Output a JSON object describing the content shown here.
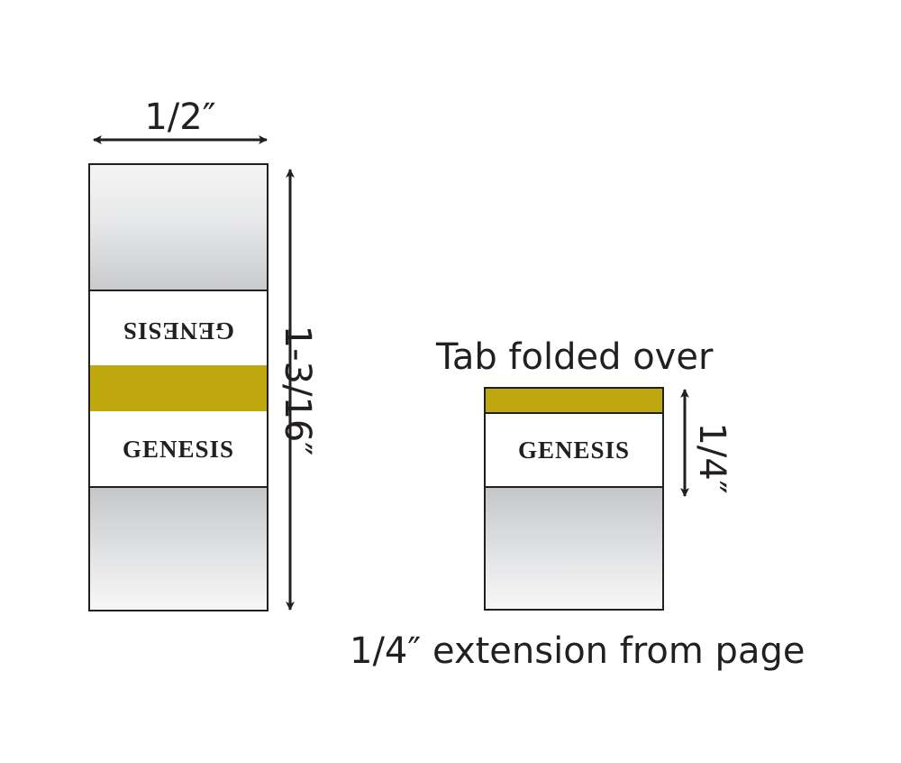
{
  "colors": {
    "outline": "#231f20",
    "gold_band": "#bfa80e",
    "text": "#231f20"
  },
  "labels": {
    "width": "1/2″",
    "height": "1-3/16″",
    "folded_title": "Tab folded over",
    "folded_height": "1/4″",
    "extension": "1/4″ extension from page"
  },
  "tab_text": {
    "book_name": "GENESIS"
  }
}
